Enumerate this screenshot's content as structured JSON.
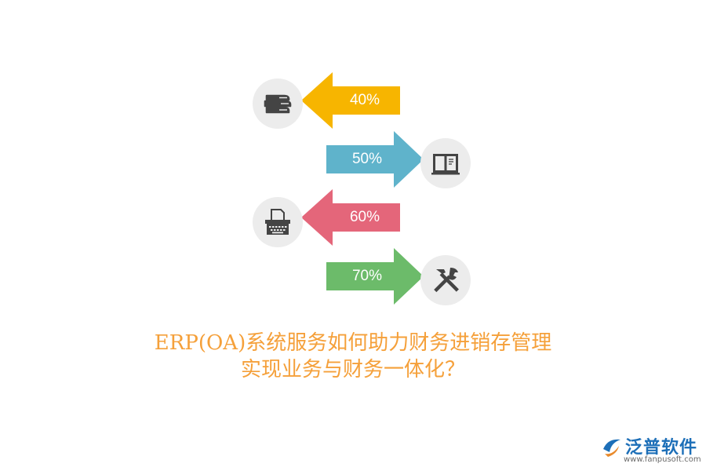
{
  "diagram": {
    "items": [
      {
        "label": "40%",
        "direction": "left",
        "color": "#f7b500",
        "icon": "books-icon"
      },
      {
        "label": "50%",
        "direction": "right",
        "color": "#5fb3cb",
        "icon": "open-book-icon"
      },
      {
        "label": "60%",
        "direction": "left",
        "color": "#e4667a",
        "icon": "typewriter-icon"
      },
      {
        "label": "70%",
        "direction": "right",
        "color": "#6cbb6a",
        "icon": "tools-icon"
      }
    ]
  },
  "headline": {
    "line1": "ERP(OA)系统服务如何助力财务进销存管理",
    "line2": "实现业务与财务一体化？"
  },
  "logo": {
    "brand": "泛普软件",
    "url": "www.fanpusoft.com"
  },
  "colors": {
    "headline": "#f5a03a",
    "icon_bg": "#ececec",
    "icon_fg": "#444444",
    "brand": "#1d6fb8"
  }
}
